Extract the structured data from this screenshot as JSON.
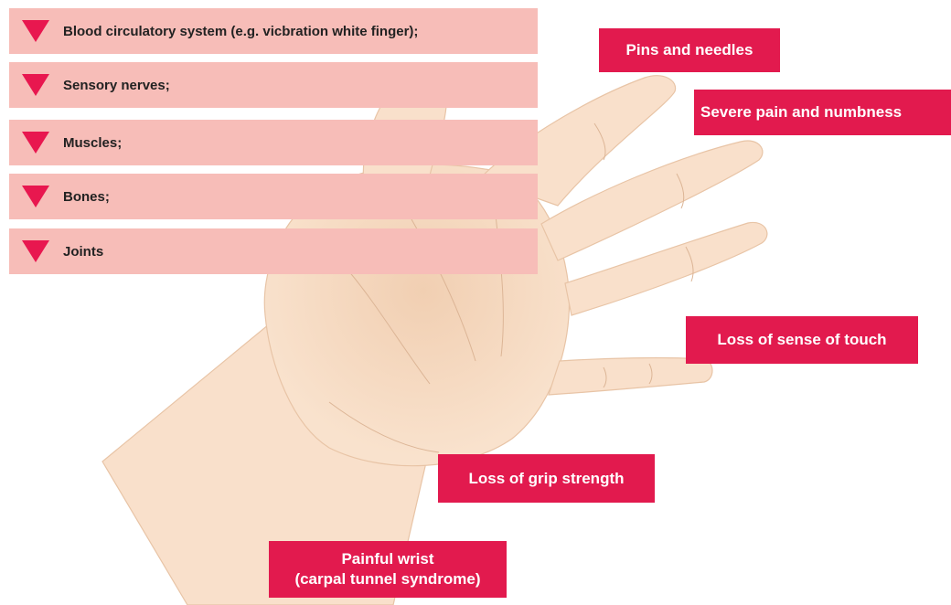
{
  "effects_list": [
    {
      "text": "Blood circulatory system (e.g. vicbration white finger);"
    },
    {
      "text": "Sensory nerves;"
    },
    {
      "text": "Muscles;"
    },
    {
      "text": "Bones;"
    },
    {
      "text": "Joints"
    }
  ],
  "symptom_labels": {
    "pins_and_needles": "Pins and needles",
    "severe_pain": "Severe pain and numbness",
    "loss_of_touch": "Loss of sense of touch",
    "loss_of_grip": "Loss of grip strength",
    "painful_wrist_line1": "Painful wrist",
    "painful_wrist_line2": "(carpal tunnel syndrome)"
  },
  "colors": {
    "list_background": "#f7bdb8",
    "accent": "#e21a4e",
    "skin": "#f8dcc4"
  }
}
